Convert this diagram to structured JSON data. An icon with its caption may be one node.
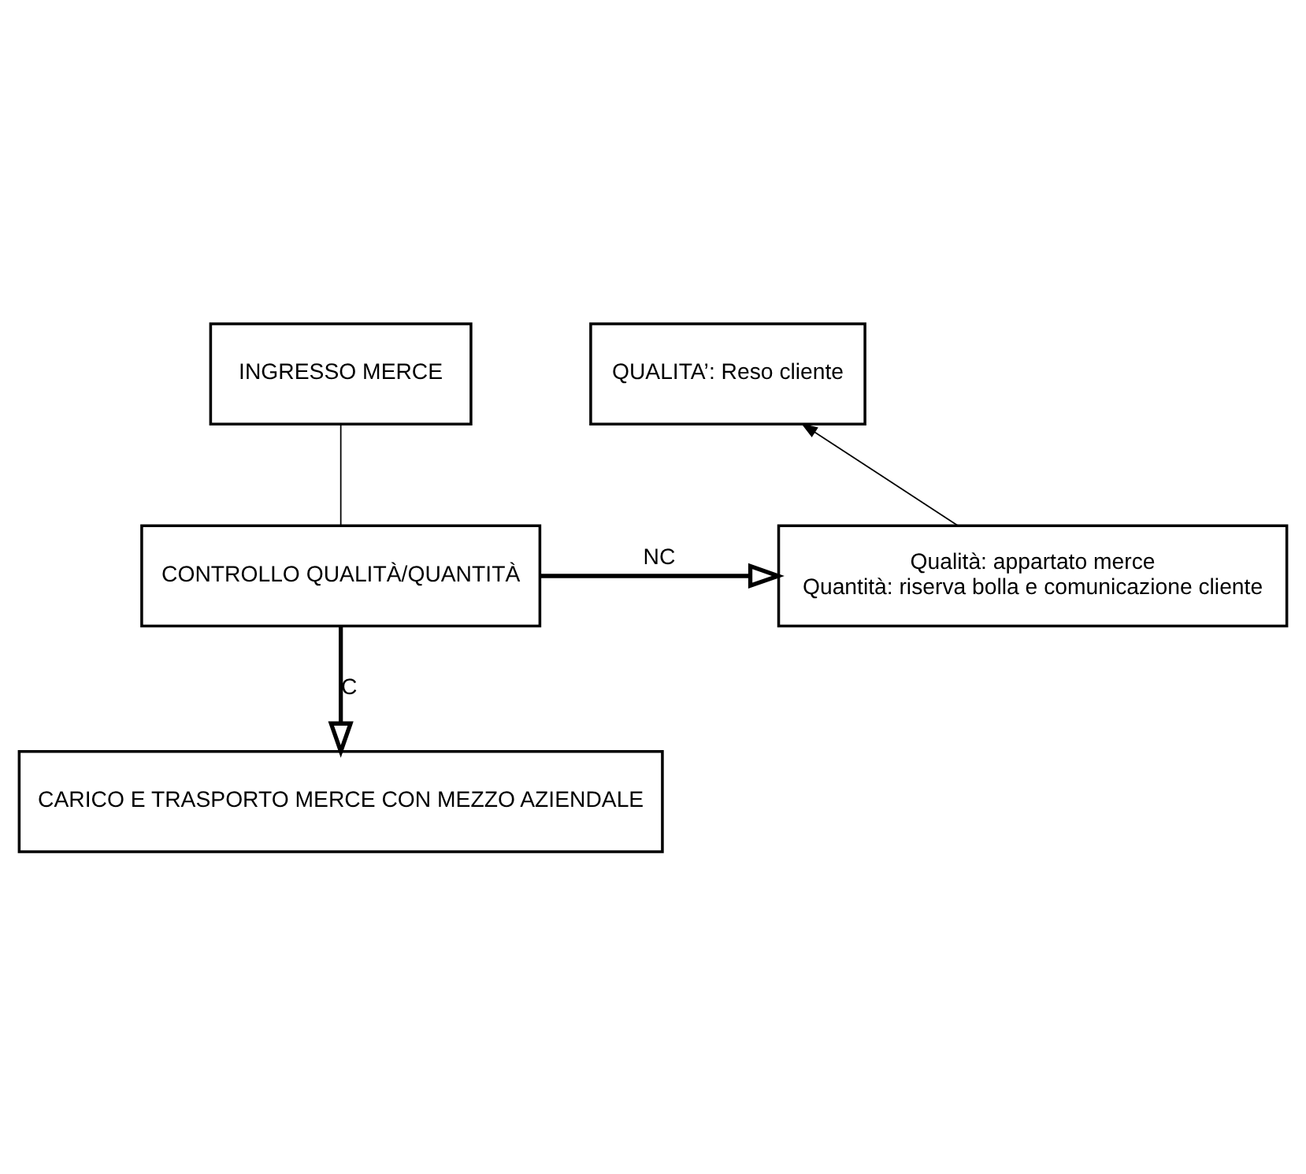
{
  "diagram": {
    "nodes": [
      {
        "text": [
          "INGRESSO MERCE"
        ]
      },
      {
        "text": [
          "CONTROLLO QUALITÀ/QUANTITÀ"
        ]
      },
      {
        "text": [
          "Qualità: appartato merce",
          "Quantità: riserva bolla e comunicazione cliente"
        ]
      },
      {
        "text": [
          "QUALITA’: Reso cliente"
        ]
      },
      {
        "text": [
          "CARICO E TRASPORTO MERCE CON MEZZO AZIENDALE"
        ]
      }
    ],
    "edges": [
      {
        "from": 0,
        "to": 1,
        "arrow": "none"
      },
      {
        "from": 1,
        "to": 2,
        "arrow": "to",
        "label": "NC",
        "style": "thick"
      },
      {
        "from": 2,
        "to": 3,
        "arrow": "to"
      },
      {
        "from": 1,
        "to": 4,
        "arrow": "to",
        "label": "C",
        "style": "thick"
      }
    ]
  }
}
